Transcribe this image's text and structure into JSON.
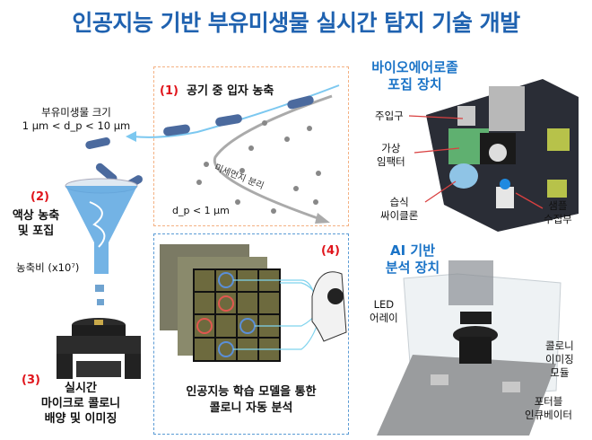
{
  "title": "인공지능 기반 부유미생물 실시간 탐지 기술 개발",
  "step1": {
    "number": "(1)",
    "label": "공기 중 입자 농축",
    "separation": "미세먼지 분리",
    "small_particle": "d_p < 1 μm"
  },
  "size_info": {
    "line1": "부유미생물 크기",
    "line2": "1 μm <  d_p < 10 μm"
  },
  "step2": {
    "number": "(2)",
    "line1": "액상 농축",
    "line2": "및 포집",
    "ratio": "농축비 (x10⁷)"
  },
  "step3": {
    "number": "(3)",
    "line1": "실시간",
    "line2": "마이크로 콜로니",
    "line3": "배양 및 이미징"
  },
  "step4": {
    "number": "(4)",
    "line1": "인공지능 학습 모델을 통한",
    "line2": "콜로니 자동 분석"
  },
  "collector": {
    "title_line1": "바이오에어로졸",
    "title_line2": "포집 장치",
    "labels": {
      "inlet": "주입구",
      "impactor_1": "가상",
      "impactor_2": "임팩터",
      "cyclone_1": "습식",
      "cyclone_2": "싸이클론",
      "sample_1": "샘플",
      "sample_2": "수집부"
    }
  },
  "analyzer": {
    "title_line1": "AI 기반",
    "title_line2": "분석 장치",
    "labels": {
      "led_1": "LED",
      "led_2": "어레이",
      "imaging_1": "콜로니",
      "imaging_2": "이미징",
      "imaging_3": "모듈",
      "incubator_1": "포터블",
      "incubator_2": "인큐베이터"
    }
  },
  "colors": {
    "title": "#1f62b0",
    "step_number": "#e0141b",
    "box1_border": "#f4b183",
    "box2_border": "#5b9bd5",
    "airflow": "#7cc8f0"
  }
}
